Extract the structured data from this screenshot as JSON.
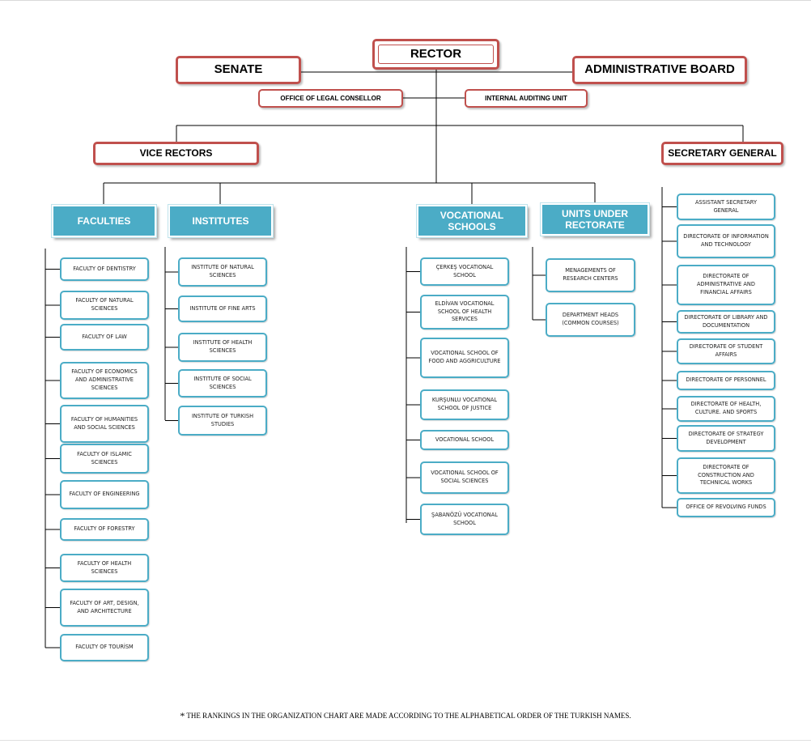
{
  "top": {
    "rector": "RECTOR",
    "senate": "SENATE",
    "administrative_board": "ADMINISTRATIVE BOARD",
    "legal_office": "OFFICE OF LEGAL CONSELLOR",
    "auditing_unit": "INTERNAL AUDITING UNIT",
    "vice_rectors": "VICE RECTORS",
    "secretary_general": "SECRETARY GENERAL"
  },
  "groups": {
    "faculties": "FACULTIES",
    "institutes": "INSTITUTES",
    "vocational_schools": "VOCATIONAL SCHOOLS",
    "units_under_rectorate": "UNITS UNDER RECTORATE"
  },
  "faculties": [
    "FACULTY OF DENTISTRY",
    "FACULTY OF NATURAL SCIENCES",
    "FACULTY OF LAW",
    "FACULTY OF ECONOMICS AND ADMINISTRATIVE SCIENCES",
    "FACULTY OF HUMANITIES AND SOCIAL SCIENCES",
    "FACULTY OF ISLAMIC SCIENCES",
    "FACULTY OF ENGINEERING",
    "FACULTY OF FORESTRY",
    "FACULTY OF HEALTH SCIENCES",
    "FACULTY OF ART, DESIGN, AND ARCHITECTURE",
    "FACULTY OF TOURİSM"
  ],
  "institutes": [
    "INSTITUTE OF NATURAL SCIENCES",
    "INSTITUTE OF FINE ARTS",
    "INSTITUTE OF HEALTH SCIENCES",
    "INSTITUTE OF SOCIAL SCIENCES",
    "INSTITUTE OF TURKISH STUDIES"
  ],
  "vocational_schools": [
    "ÇERKEŞ VOCATIONAL SCHOOL",
    "ELDİVAN VOCATIONAL SCHOOL OF HEALTH SERVICES",
    "VOCATIONAL SCHOOL OF FOOD AND AGGRICULTURE",
    "KURŞUNLU VOCATIONAL SCHOOL OF JUSTICE",
    "VOCATIONAL SCHOOL",
    "VOCATIONAL SCHOOL OF SOCIAL SCIENCES",
    "ŞABANÖZÜ VOCATIONAL SCHOOL"
  ],
  "units": [
    "MENAGEMENTS OF RESEARCH CENTERS",
    "DEPARTMENT HEADS (COMMON COURSES)"
  ],
  "secretary_units": [
    "ASSISTANT SECRETARY GENERAL",
    "DIRECTORATE OF INFORMATION AND TECHNOLOGY",
    "DIRECTORATE OF ADMINISTRATIVE AND FINANCIAL AFFAIRS",
    "DIRECTORATE OF LIBRARY AND DOCUMENTATION",
    "DIRECTORATE OF STUDENT AFFAIRS",
    "DIRECTORATE OF PERSONNEL",
    "DIRECTORATE OF HEALTH, CULTURE. AND SPORTS",
    "DIRECTORATE OF STRATEGY DEVELOPMENT",
    "DIRECTORATE OF CONSTRUCTION AND TECHNICAL WORKS",
    "OFFICE OF REVOLVING FUNDS"
  ],
  "footnote": {
    "star": "*",
    "text": " THE RANKINGS IN THE ORGANIZATION CHART ARE MADE ACCORDING TO THE ALPHABETICAL ORDER OF THE TURKISH NAMES."
  }
}
